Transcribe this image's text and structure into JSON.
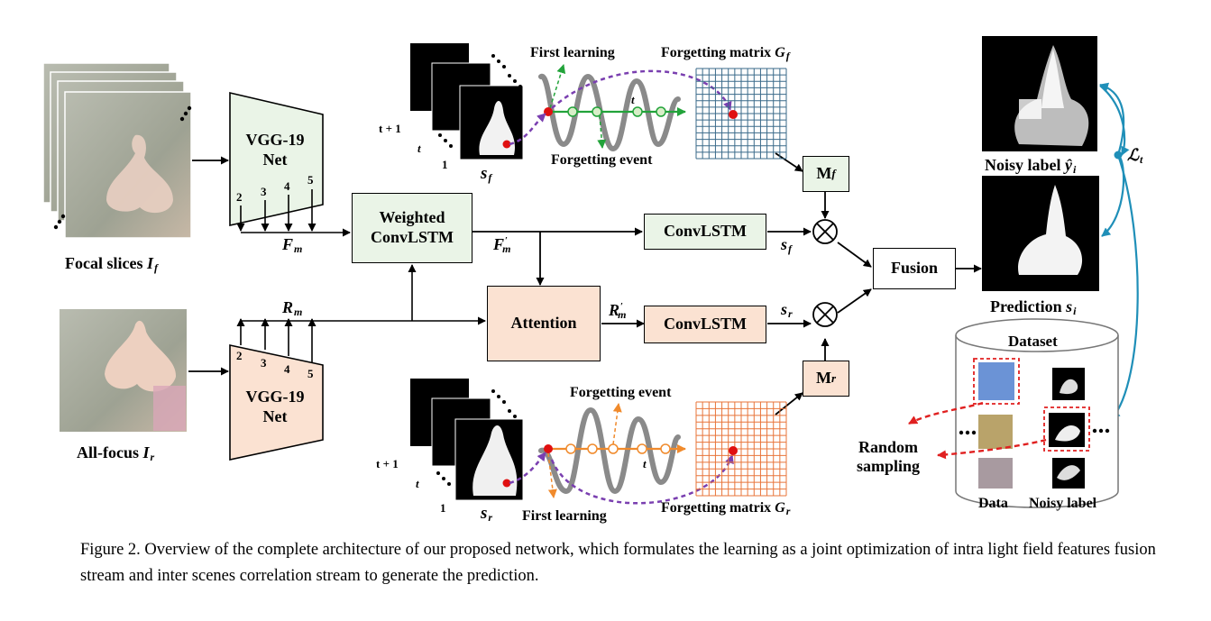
{
  "labels": {
    "focal_slices": "Focal slices",
    "focal_sym": "I",
    "focal_sub": "f",
    "all_focus": "All-focus",
    "allfocus_sym": "I",
    "allfocus_sub": "r",
    "vgg_top": "VGG-19\nNet",
    "vgg_bottom": "VGG-19\nNet",
    "weighted_convlstm": "Weighted\nConvLSTM",
    "convlstm_top": "ConvLSTM",
    "convlstm_bottom": "ConvLSTM",
    "attention": "Attention",
    "fusion": "Fusion",
    "m_f": "M",
    "m_f_sub": "f",
    "m_r": "M",
    "m_r_sub": "r",
    "F_m": "F",
    "F_m_sub": "m",
    "R_m": "R",
    "R_m_sub": "m",
    "F_prime": "F",
    "F_prime_sub": "m",
    "R_prime": "R",
    "R_prime_sub": "m",
    "prime": "′",
    "s": "s",
    "s_f_sub": "f",
    "s_r_sub": "r",
    "first_learning": "First learning",
    "forgetting_event": "Forgetting event",
    "forgetting_matrix": "Forgetting matrix",
    "G": "G",
    "G_f_sub": "f",
    "G_r_sub": "r",
    "t": "t",
    "t_plus_1": "t + 1",
    "one": "1",
    "layer_nums": [
      "2",
      "3",
      "4",
      "5"
    ],
    "noisy_label": "Noisy label",
    "noisy_label_sym": "ŷ",
    "noisy_label_sub": "i",
    "prediction": "Prediction",
    "prediction_sym": "s",
    "prediction_sub": "i",
    "loss": "ℒ",
    "loss_sub": "t",
    "dataset": "Dataset",
    "data": "Data",
    "noisy_label_col": "Noisy label",
    "random_sampling": "Random\nsampling",
    "dots": "• • •"
  },
  "caption": "Figure 2. Overview of the complete architecture of our proposed network, which formulates the learning as a joint optimization of intra light field features fusion stream and inter scenes correlation stream to generate the prediction.",
  "colors": {
    "green_box": "#eaf4e7",
    "peach_box": "#fbe2d2",
    "green_arrow": "#22a33a",
    "orange_arrow": "#f08a2c",
    "purple_arrow": "#7a3fb0",
    "red_dashed": "#e02020",
    "teal_arrow": "#1f8fb8",
    "grid_green": "#3a6a8a",
    "grid_orange": "#e8743a"
  }
}
